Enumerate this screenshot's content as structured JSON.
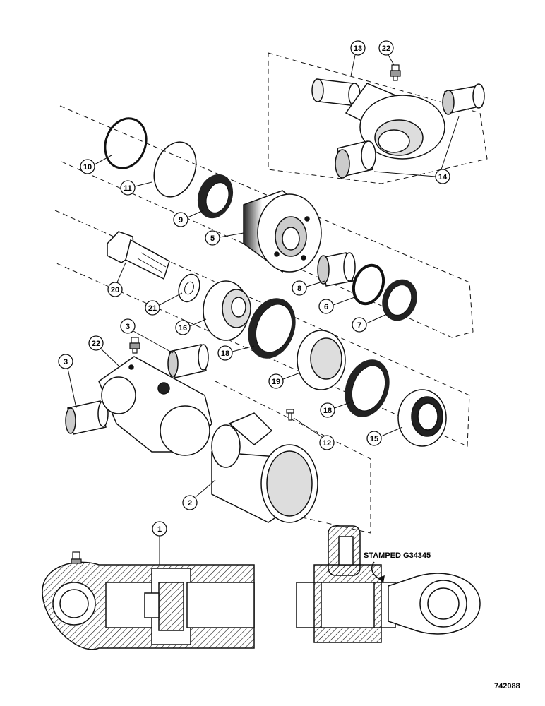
{
  "callouts": [
    "13",
    "22",
    "10",
    "11",
    "14",
    "9",
    "5",
    "20",
    "8",
    "21",
    "6",
    "7",
    "16",
    "3",
    "22",
    "18",
    "3",
    "19",
    "18",
    "12",
    "15",
    "2",
    "1"
  ],
  "stamp_label": "STAMPED G34345",
  "figure_number": "742088",
  "colors": {
    "ink": "#111111",
    "paper": "#ffffff",
    "shade": "#555555"
  }
}
